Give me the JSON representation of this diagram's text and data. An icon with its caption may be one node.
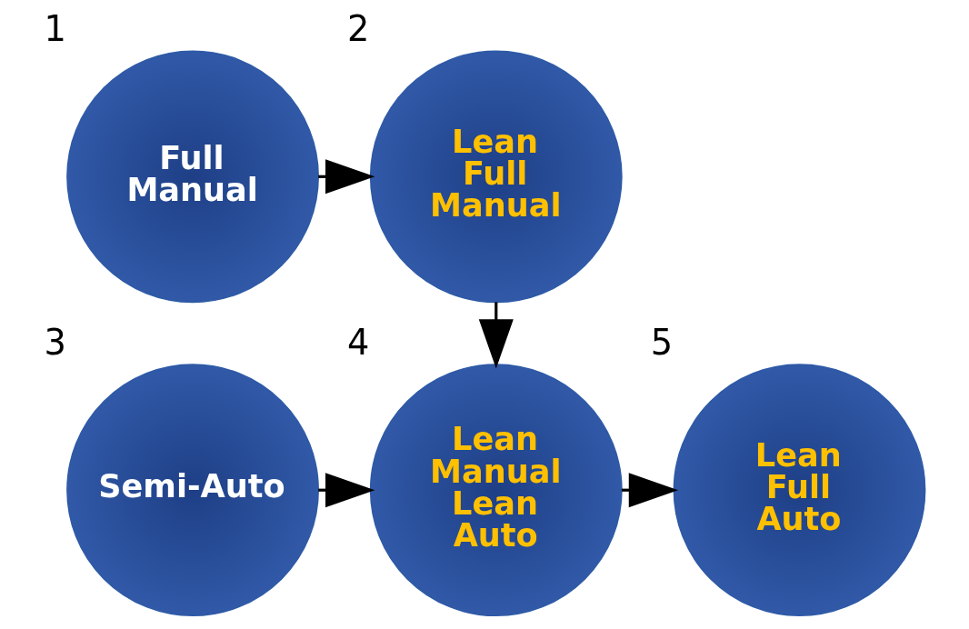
{
  "diagram": {
    "nodes": [
      {
        "text": [
          "Full Manual"
        ],
        "beside": [
          "1"
        ]
      },
      {
        "text": [
          "Lean Full Manual"
        ],
        "beside": [
          "2"
        ]
      },
      {
        "text": [
          "Semi-Auto"
        ],
        "beside": [
          "3"
        ]
      },
      {
        "text": [
          "Lean Manual",
          "Lean Auto"
        ],
        "beside": [
          "4"
        ]
      },
      {
        "text": [
          "Lean Full Auto"
        ],
        "beside": [
          "5"
        ]
      }
    ],
    "edges": [
      {
        "from": 0,
        "to": 1,
        "arrow": "to"
      },
      {
        "from": 1,
        "to": 3,
        "arrow": "to"
      },
      {
        "from": 2,
        "to": 3,
        "arrow": "to"
      },
      {
        "from": 3,
        "to": 4,
        "arrow": "to"
      }
    ]
  }
}
